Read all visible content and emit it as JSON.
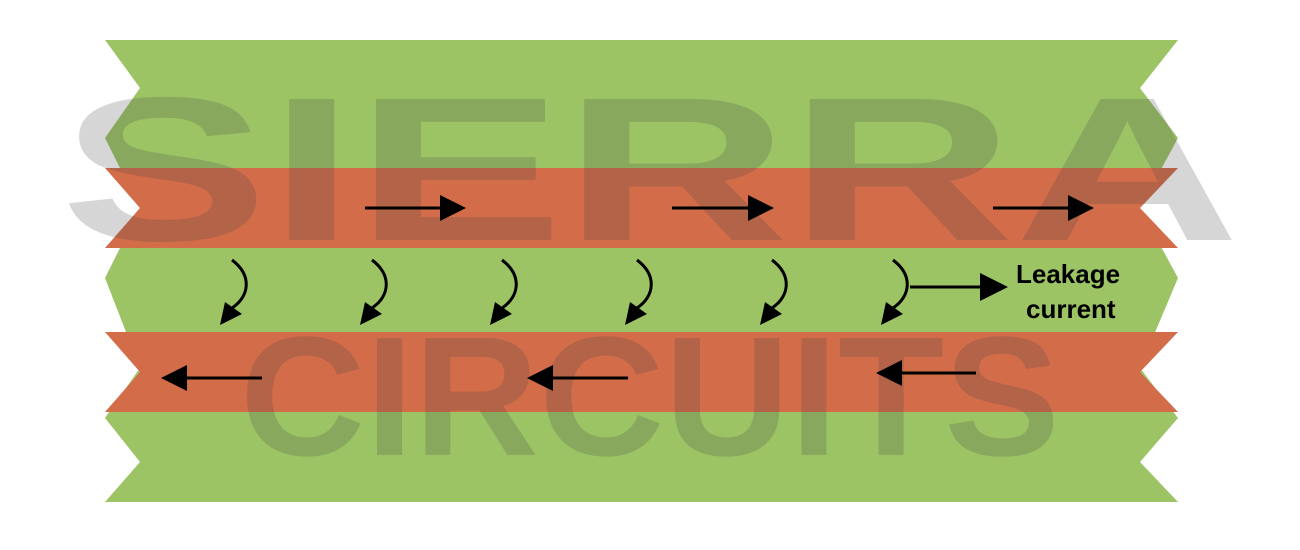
{
  "colors": {
    "dielectric": "#9cc465",
    "conductor": "#d26c49",
    "arrow": "#000000",
    "background": "#ffffff",
    "watermark": "rgba(70,70,70,0.22)"
  },
  "labels": {
    "leakage_line1": "Leakage",
    "leakage_line2": "current"
  },
  "watermark": {
    "line1": "SIERRA",
    "line2": "CIRCUITS"
  }
}
